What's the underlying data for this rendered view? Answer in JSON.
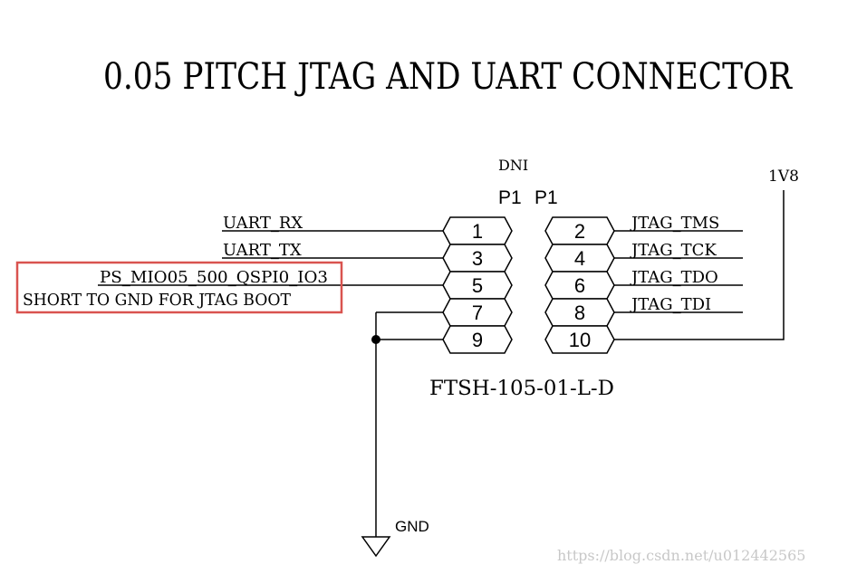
{
  "title": "0.05 PITCH JTAG AND UART CONNECTOR",
  "connector": {
    "dni": "DNI",
    "ref_left": "P1",
    "ref_right": "P1",
    "part_number": "FTSH-105-01-L-D",
    "pins_left": [
      "1",
      "3",
      "5",
      "7",
      "9"
    ],
    "pins_right": [
      "2",
      "4",
      "6",
      "8",
      "10"
    ]
  },
  "nets": {
    "uart_rx": "UART_RX",
    "uart_tx": "UART_TX",
    "ps_mio": "PS_MIO05_500_QSPI0_IO3",
    "short_note": "SHORT TO GND FOR JTAG BOOT",
    "jtag_tms": "JTAG_TMS",
    "jtag_tck": "JTAG_TCK",
    "jtag_tdo": "JTAG_TDO",
    "jtag_tdi": "JTAG_TDI",
    "power": "1V8",
    "gnd": "GND"
  },
  "watermark": "https://blog.csdn.net/u012442565",
  "colors": {
    "highlight_box": "#d9534f",
    "line": "#000000",
    "watermark": "#c8c8c8"
  }
}
